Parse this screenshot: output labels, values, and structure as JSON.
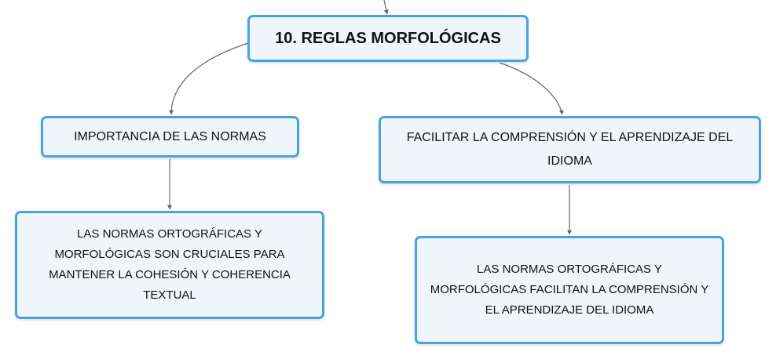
{
  "map": {
    "root": {
      "label": "10. REGLAS MORFOLÓGICAS"
    },
    "left_branch": {
      "label": "IMPORTANCIA DE LAS NORMAS",
      "detail": "LAS NORMAS ORTOGRÁFICAS Y MORFOLÓGICAS SON CRUCIALES PARA MANTENER LA COHESIÓN Y COHERENCIA TEXTUAL"
    },
    "right_branch": {
      "label": "FACILITAR LA COMPRENSIÓN Y EL APRENDIZAJE DEL IDIOMA",
      "detail": "LAS NORMAS ORTOGRÁFICAS Y MORFOLÓGICAS FACILITAN LA COMPRENSIÓN Y EL APRENDIZAJE DEL IDIOMA"
    }
  },
  "colors": {
    "node_border": "#4aa3df",
    "node_fill": "#eef6fc",
    "connector": "#666666",
    "text": "#111111"
  }
}
